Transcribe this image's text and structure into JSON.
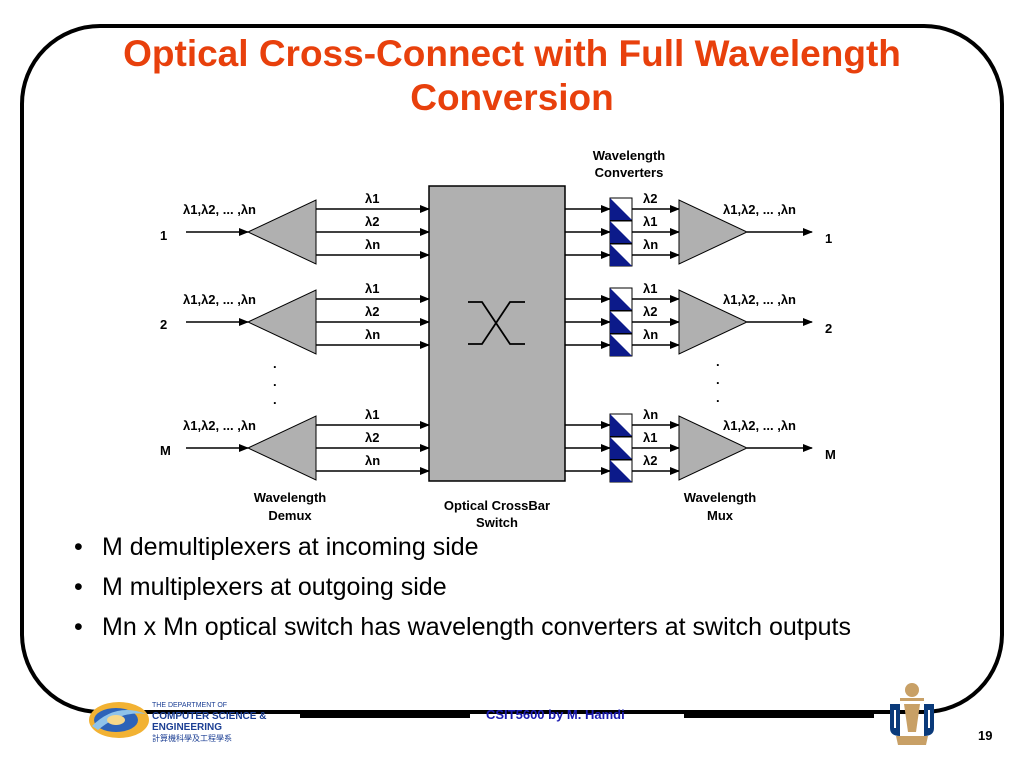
{
  "slide": {
    "title_line1": "Optical Cross-Connect with Full Wavelength",
    "title_line2": "Conversion",
    "page_number": "19",
    "footer": "CSIT5600 by M. Hamdi",
    "bullets": [
      "M demultiplexers at incoming side",
      "M multiplexers at outgoing side",
      "Mn x Mn optical switch has wavelength converters at switch outputs"
    ],
    "dept_logo": {
      "line1": "THE DEPARTMENT OF",
      "line2": "COMPUTER SCIENCE &",
      "line3": "ENGINEERING",
      "line4": "計算機科學及工程學系"
    }
  },
  "diagram": {
    "converters_label_line1": "Wavelength",
    "converters_label_line2": "Converters",
    "demux_label_line1": "Wavelength",
    "demux_label_line2": "Demux",
    "switch_label_line1": "Optical CrossBar",
    "switch_label_line2": "Switch",
    "mux_label_line1": "Wavelength",
    "mux_label_line2": "Mux",
    "ellipsis": ".",
    "rows": [
      {
        "input_port": "1",
        "input_signal": "λ1,λ2, ... ,λn",
        "switch_in": [
          "λ1",
          "λ2",
          "λn"
        ],
        "converter_out": [
          "λ2",
          "λ1",
          "λn"
        ],
        "output_signal": "λ1,λ2, ... ,λn",
        "output_port": "1"
      },
      {
        "input_port": "2",
        "input_signal": "λ1,λ2, ... ,λn",
        "switch_in": [
          "λ1",
          "λ2",
          "λn"
        ],
        "converter_out": [
          "λ1",
          "λ2",
          "λn"
        ],
        "output_signal": "λ1,λ2, ... ,λn",
        "output_port": "2"
      },
      {
        "input_port": "M",
        "input_signal": "λ1,λ2, ... ,λn",
        "switch_in": [
          "λ1",
          "λ2",
          "λn"
        ],
        "converter_out": [
          "λn",
          "λ1",
          "λ2"
        ],
        "output_signal": "λ1,λ2, ... ,λn",
        "output_port": "M"
      }
    ]
  },
  "colors": {
    "title": "#e8400c",
    "converter_fill": "#0c1a8a",
    "device_gray": "#b0b0b0",
    "footer_text": "#1a1ab0"
  }
}
